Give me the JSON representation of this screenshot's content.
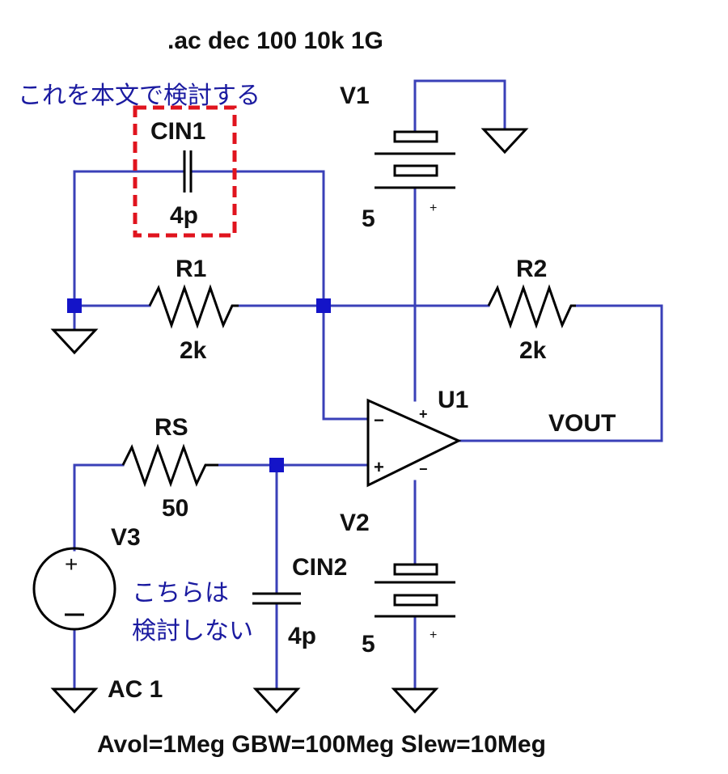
{
  "directive": ".ac dec 100 10k 1G",
  "note_examined": "これを本文で検討する",
  "note_not_examined_line1": "こちらは",
  "note_not_examined_line2": "検討しない",
  "components": {
    "cin1": {
      "name": "CIN1",
      "value": "4p"
    },
    "r1": {
      "name": "R1",
      "value": "2k"
    },
    "r2": {
      "name": "R2",
      "value": "2k"
    },
    "rs": {
      "name": "RS",
      "value": "50"
    },
    "v1": {
      "name": "V1",
      "value": "5"
    },
    "v2": {
      "name": "V2",
      "value": "5"
    },
    "v3": {
      "name": "V3",
      "value": "AC 1"
    },
    "cin2": {
      "name": "CIN2",
      "value": "4p"
    },
    "u1": {
      "name": "U1"
    }
  },
  "net_label_vout": "VOUT",
  "opamp_params": "Avol=1Meg GBW=100Meg Slew=10Meg",
  "colors": {
    "wire": "#3a40b8",
    "highlight_box": "#e0141e",
    "note_text": "#1a1aa0",
    "junction": "#1414c8"
  }
}
